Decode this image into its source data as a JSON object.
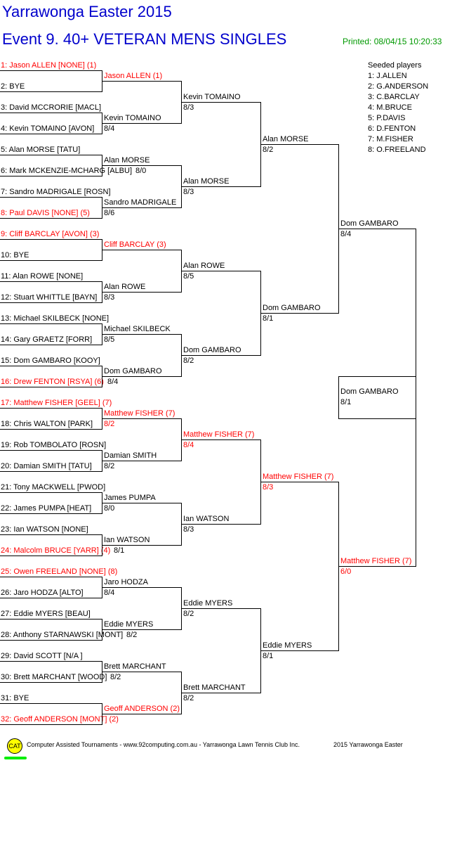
{
  "header": {
    "title": "Yarrawonga Easter 2015",
    "event": "Event 9. 40+ VETERAN MENS SINGLES",
    "printed": "Printed: 08/04/15 10:20:33"
  },
  "seeds": {
    "heading": "Seeded players",
    "items": [
      "1: J.ALLEN",
      "2: G.ANDERSON",
      "3: C.BARCLAY",
      "4: M.BRUCE",
      "5: P.DAVIS",
      "6: D.FENTON",
      "7: M.FISHER",
      "8: O.FREELAND"
    ]
  },
  "colors": {
    "seeded": "#ff0000",
    "title": "#0000cc",
    "printed": "#009900"
  },
  "rounds": [
    [
      {
        "name": "1: Jason ALLEN [NONE] (1)",
        "seeded": true
      },
      {
        "name": "2: BYE"
      },
      {
        "name": "3: David MCCRORIE [MACL]"
      },
      {
        "name": "4: Kevin TOMAINO [AVON]"
      },
      {
        "name": "5: Alan MORSE [TATU]"
      },
      {
        "name": "6: Mark MCKENZIE-MCHARG [ALBU]"
      },
      {
        "name": "7: Sandro MADRIGALE [ROSN]"
      },
      {
        "name": "8: Paul DAVIS [NONE] (5)",
        "seeded": true
      },
      {
        "name": "9: Cliff BARCLAY [AVON] (3)",
        "seeded": true
      },
      {
        "name": "10: BYE"
      },
      {
        "name": "11: Alan ROWE [NONE]"
      },
      {
        "name": "12: Stuart WHITTLE [BAYN]"
      },
      {
        "name": "13: Michael SKILBECK [NONE]"
      },
      {
        "name": "14: Gary GRAETZ [FORR]"
      },
      {
        "name": "15: Dom GAMBARO [KOOY]"
      },
      {
        "name": "16: Drew FENTON [RSYA] (6)",
        "seeded": true
      },
      {
        "name": "17: Matthew FISHER [GEEL] (7)",
        "seeded": true
      },
      {
        "name": "18: Chris WALTON [PARK]"
      },
      {
        "name": "19: Rob TOMBOLATO [ROSN]"
      },
      {
        "name": "20: Damian SMITH [TATU]"
      },
      {
        "name": "21: Tony MACKWELL [PWOD]"
      },
      {
        "name": "22: James PUMPA [HEAT]"
      },
      {
        "name": "23: Ian WATSON [NONE]"
      },
      {
        "name": "24: Malcolm BRUCE [YARR] (4)",
        "seeded": true
      },
      {
        "name": "25: Owen FREELAND [NONE] (8)",
        "seeded": true
      },
      {
        "name": "26: Jaro HODZA [ALTO]"
      },
      {
        "name": "27: Eddie MYERS [BEAU]"
      },
      {
        "name": "28: Anthony STARNAWSKI [MONT]"
      },
      {
        "name": "29: David SCOTT [N/A ]"
      },
      {
        "name": "30: Brett MARCHANT [WOOD]"
      },
      {
        "name": "31: BYE"
      },
      {
        "name": "32: Geoff ANDERSON [MONT] (2)",
        "seeded": true
      }
    ],
    [
      {
        "name": "Jason ALLEN (1)",
        "score": "",
        "seeded": true
      },
      {
        "name": "Kevin TOMAINO",
        "score": "8/4"
      },
      {
        "name": "Alan MORSE",
        "score": "8/0"
      },
      {
        "name": "Sandro MADRIGALE",
        "score": "8/6"
      },
      {
        "name": "Cliff BARCLAY (3)",
        "score": "",
        "seeded": true
      },
      {
        "name": "Alan ROWE",
        "score": "8/3"
      },
      {
        "name": "Michael SKILBECK",
        "score": "8/5"
      },
      {
        "name": "Dom GAMBARO",
        "score": "8/4"
      },
      {
        "name": "Matthew FISHER (7)",
        "score": "8/2",
        "seeded": true
      },
      {
        "name": "Damian SMITH",
        "score": "8/2"
      },
      {
        "name": "James PUMPA",
        "score": "8/0"
      },
      {
        "name": "Ian WATSON",
        "score": "8/1"
      },
      {
        "name": "Jaro HODZA",
        "score": "8/4"
      },
      {
        "name": "Eddie MYERS",
        "score": "8/2"
      },
      {
        "name": "Brett MARCHANT",
        "score": "8/2"
      },
      {
        "name": "Geoff ANDERSON (2)",
        "score": "",
        "seeded": true
      }
    ],
    [
      {
        "name": "Kevin TOMAINO",
        "score": "8/3"
      },
      {
        "name": "Alan MORSE",
        "score": "8/3"
      },
      {
        "name": "Alan ROWE",
        "score": "8/5"
      },
      {
        "name": "Dom GAMBARO",
        "score": "8/2"
      },
      {
        "name": "Matthew FISHER (7)",
        "score": "8/4",
        "seeded": true
      },
      {
        "name": "Ian WATSON",
        "score": "8/3"
      },
      {
        "name": "Eddie MYERS",
        "score": "8/2"
      },
      {
        "name": "Brett MARCHANT",
        "score": "8/2"
      }
    ],
    [
      {
        "name": "Alan MORSE",
        "score": "8/2"
      },
      {
        "name": "Dom GAMBARO",
        "score": "8/1"
      },
      {
        "name": "Matthew FISHER (7)",
        "score": "8/3",
        "seeded": true
      },
      {
        "name": "Eddie MYERS",
        "score": "8/1"
      }
    ],
    [
      {
        "name": "Dom GAMBARO",
        "score": "8/4"
      },
      {
        "name": "Matthew FISHER (7)",
        "score": "6/0",
        "seeded": true
      }
    ]
  ],
  "winner": {
    "name": "Dom GAMBARO",
    "score": "8/1"
  },
  "footer": {
    "logo": "CAT",
    "text": "Computer Assisted Tournaments - www.92computing.com.au -  Yarrawonga Lawn Tennis Club Inc.",
    "right": "2015 Yarrawonga Easter"
  }
}
